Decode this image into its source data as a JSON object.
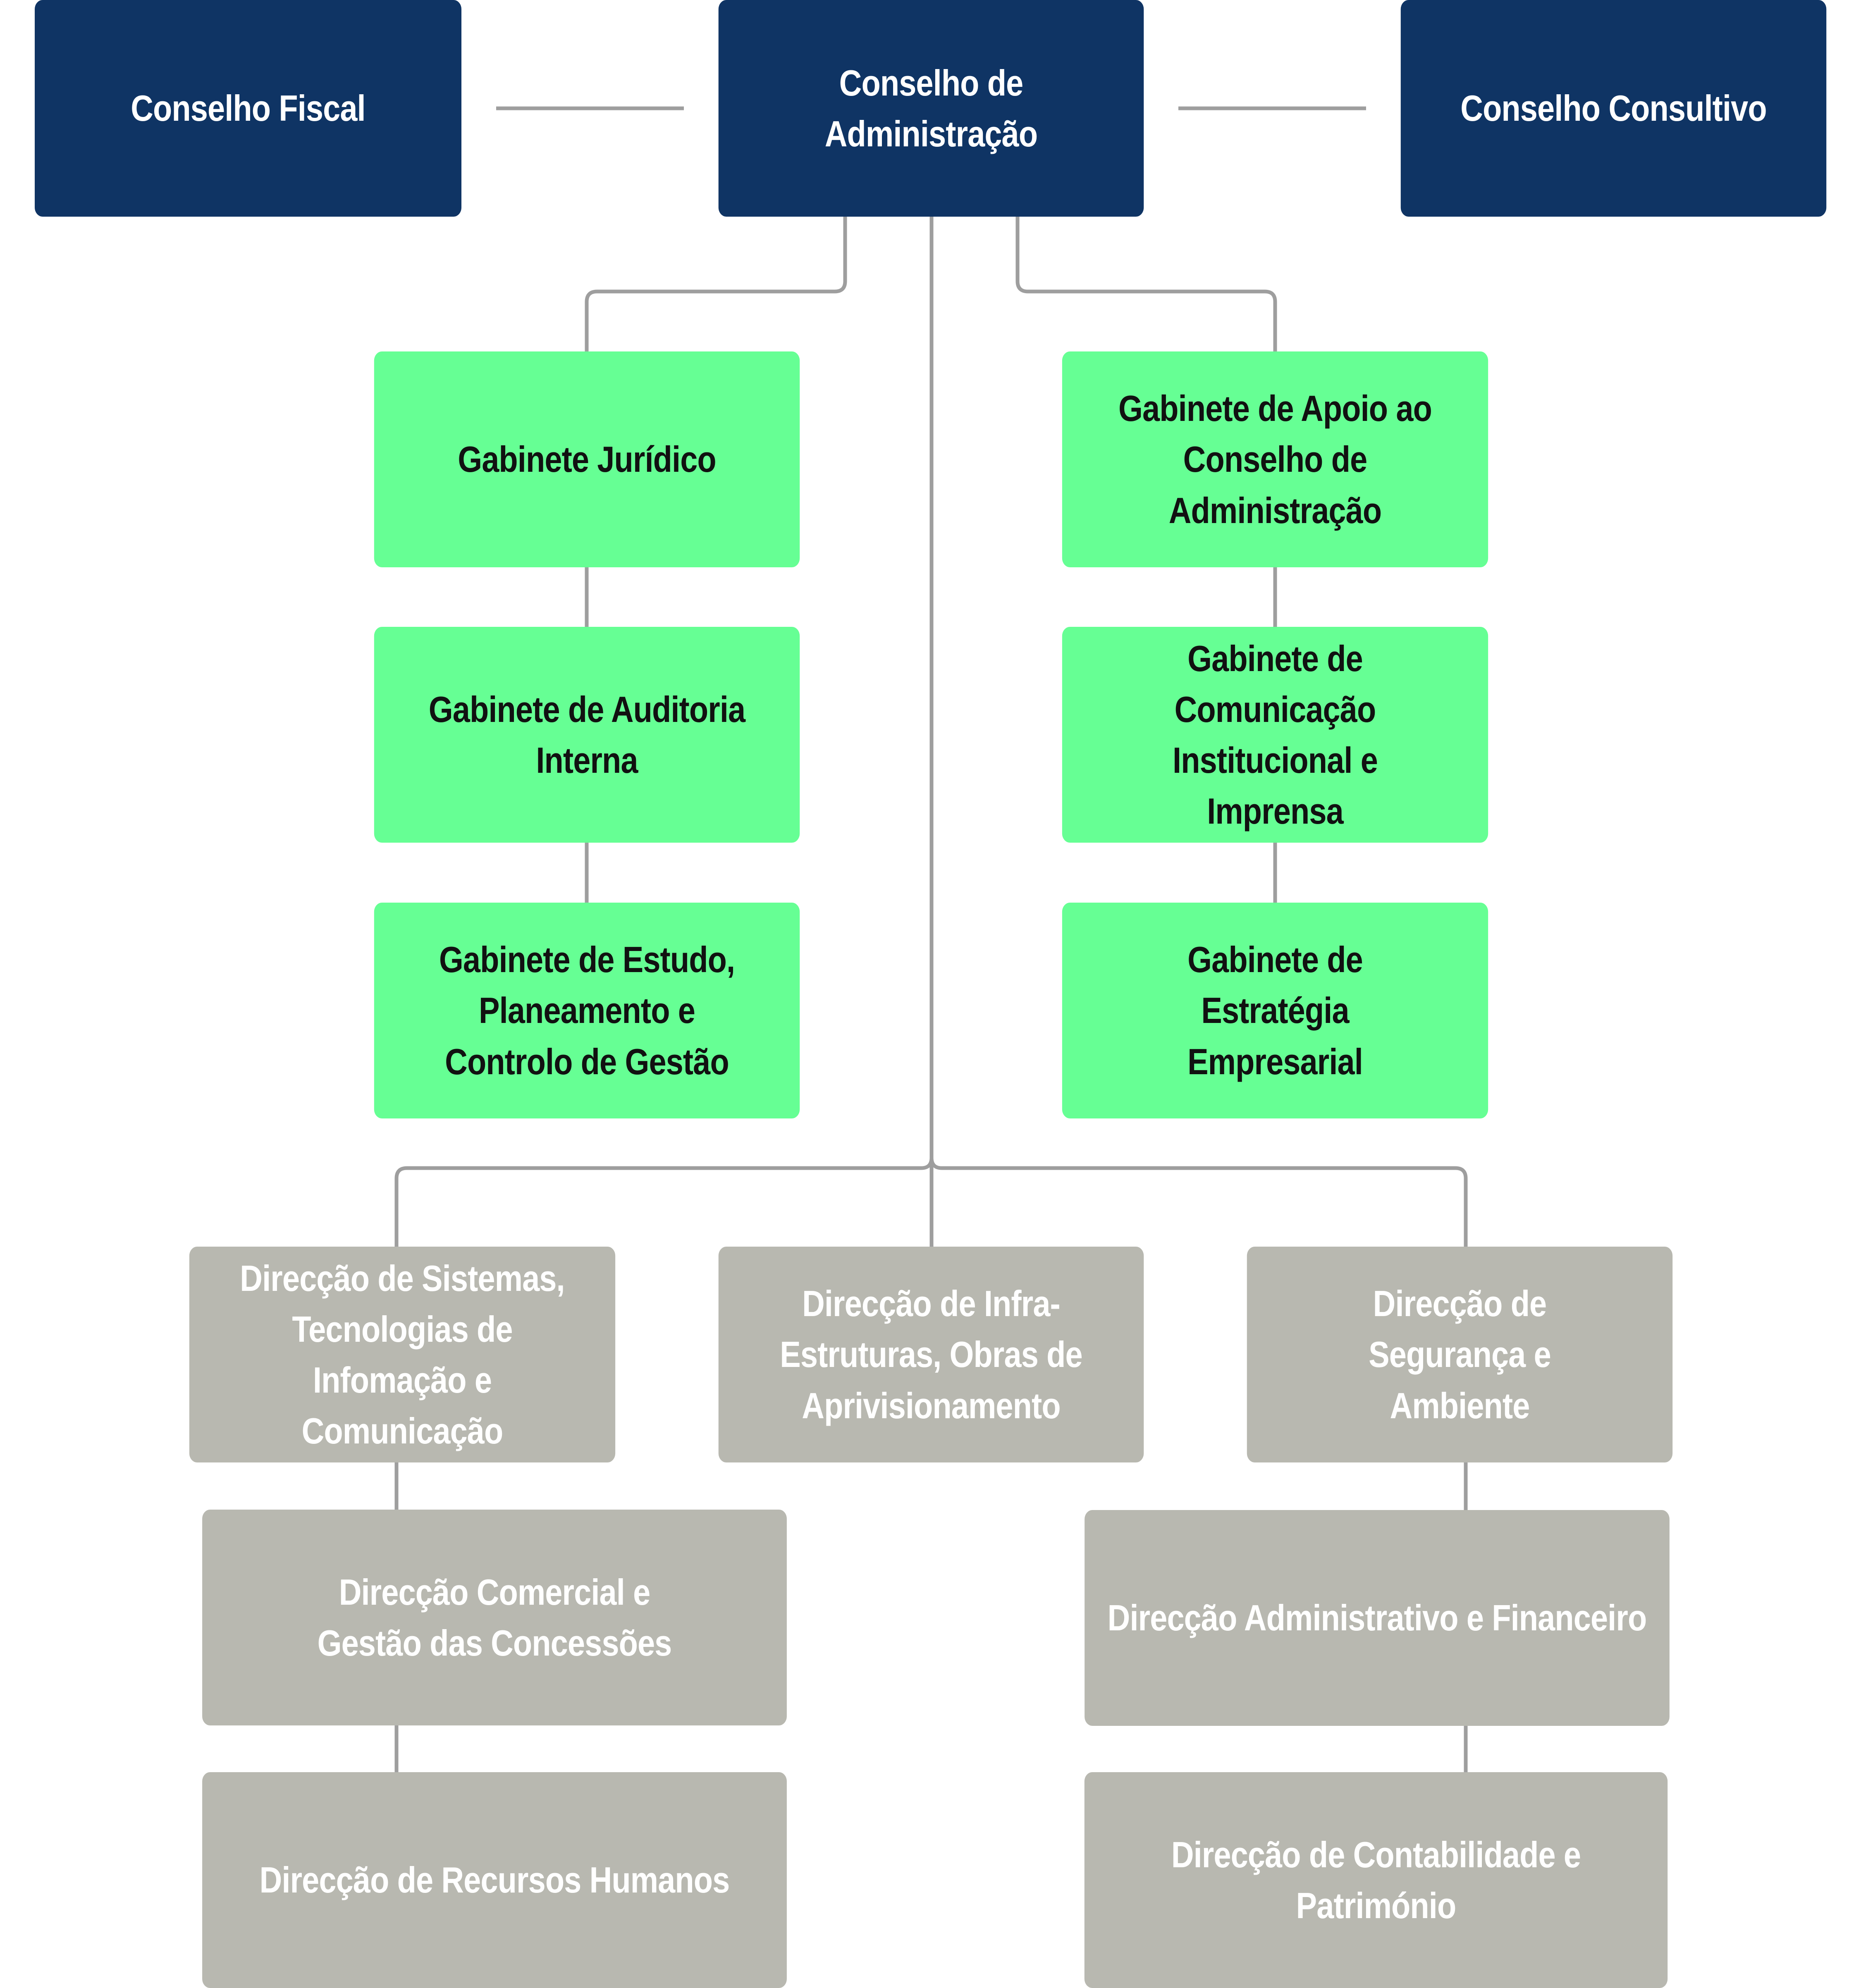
{
  "colors": {
    "board": "#0f3464",
    "cabinet": "#66ff94",
    "direction": "#b8b8b0",
    "connector": "#9e9e9e"
  },
  "boards": {
    "fiscal": "Conselho Fiscal",
    "administration": "Conselho de Administração",
    "advisory": "Conselho Consultivo"
  },
  "cabinets": {
    "legal": "Gabinete Jurídico",
    "audit": "Gabinete de Auditoria Interna",
    "planning": "Gabinete de Estudo, Planeamento e Controlo de Gestão",
    "board_support": "Gabinete de Apoio ao Conselho de Administração",
    "communication": "Gabinete de Comunicação Institucional e Imprensa",
    "strategy": "Gabinete de Estratégia Empresarial"
  },
  "directions": {
    "it_systems": "Direcção de Sistemas, Tecnologias de Infomação e Comunicação",
    "infrastructure": "Direcção de Infra-Estruturas, Obras de Aprivisionamento",
    "safety": "Direcção de Segurança e Ambiente",
    "commercial": "Direcção Comercial e Gestão das Concessões",
    "hr": "Direcção de Recursos Humanos",
    "admin_finance": "Direcção Administrativo e Financeiro",
    "accounting": "Direcção de Contabilidade e Património"
  }
}
